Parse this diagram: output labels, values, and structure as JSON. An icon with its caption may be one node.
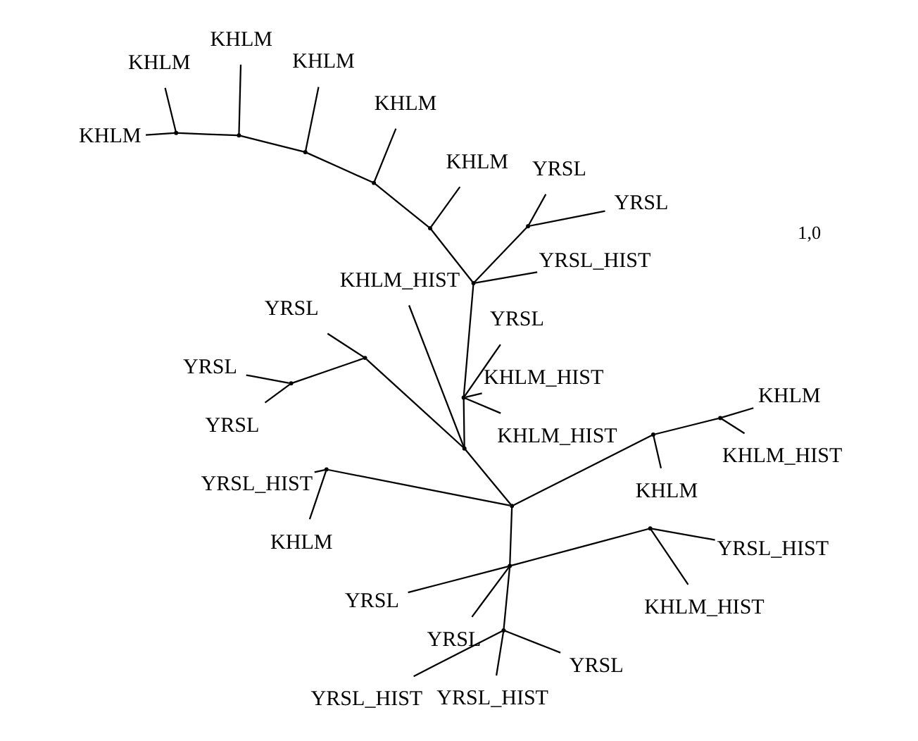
{
  "diagram": {
    "nodes": [
      {
        "text": [
          "KHLM_HIST"
        ]
      },
      {
        "text": [
          "YRSL"
        ]
      },
      {
        "text": [
          "YRSL"
        ]
      },
      {
        "text": [
          "YRSL"
        ]
      },
      {
        "text": [
          "YRSL_HIST"
        ]
      },
      {
        "text": [
          "YRSL"
        ]
      },
      {
        "text": [
          "YRSL"
        ]
      },
      {
        "text": [
          "KHLM"
        ]
      },
      {
        "text": [
          "KHLM"
        ]
      },
      {
        "text": [
          "KHLM"
        ]
      },
      {
        "text": [
          "KHLM"
        ]
      },
      {
        "text": [
          "KHLM"
        ]
      },
      {
        "text": [
          "KHLM"
        ]
      },
      {
        "text": [
          "KHLM_HIST"
        ]
      },
      {
        "text": [
          "KHLM_HIST"
        ]
      },
      {
        "text": [
          "YRSL"
        ]
      },
      {
        "text": [
          "KHLM_HIST"
        ]
      },
      {
        "text": [
          "KHLM"
        ]
      },
      {
        "text": [
          "KHLM"
        ]
      },
      {
        "text": [
          "KHLM_HIST"
        ]
      },
      {
        "text": [
          "YRSL_HIST"
        ]
      },
      {
        "text": [
          "YRSL"
        ]
      },
      {
        "text": [
          "YRSL_HIST"
        ]
      },
      {
        "text": [
          "YRSL_HIST"
        ]
      },
      {
        "text": [
          "YRSL"
        ]
      },
      {
        "text": [
          "YRSL"
        ]
      },
      {
        "text": [
          "YRSL_HIST"
        ]
      },
      {
        "text": [
          "KHLM"
        ]
      },
      {
        "text": [],
        "shape": "point"
      },
      {
        "text": [],
        "shape": "point"
      },
      {
        "text": [],
        "shape": "point"
      },
      {
        "text": [],
        "shape": "point"
      },
      {
        "text": [],
        "shape": "point"
      },
      {
        "text": [],
        "shape": "point"
      },
      {
        "text": [],
        "shape": "point"
      },
      {
        "text": [],
        "shape": "point"
      },
      {
        "text": [],
        "shape": "point"
      },
      {
        "text": [],
        "shape": "point"
      },
      {
        "text": [],
        "shape": "point"
      },
      {
        "text": [],
        "shape": "point"
      },
      {
        "text": [],
        "shape": "point"
      },
      {
        "text": [],
        "shape": "point"
      },
      {
        "text": [],
        "shape": "point"
      },
      {
        "text": [],
        "shape": "point"
      },
      {
        "text": [],
        "shape": "point"
      },
      {
        "text": [],
        "shape": "point"
      }
    ],
    "edges": [
      {
        "from": 28,
        "to": 29,
        "arrow": "none"
      },
      {
        "from": 29,
        "to": 0,
        "arrow": "none"
      },
      {
        "from": 29,
        "to": 30,
        "arrow": "none"
      },
      {
        "from": 30,
        "to": 3,
        "arrow": "none"
      },
      {
        "from": 30,
        "to": 31,
        "arrow": "none"
      },
      {
        "from": 31,
        "to": 1,
        "arrow": "none"
      },
      {
        "from": 31,
        "to": 2,
        "arrow": "none"
      },
      {
        "from": 29,
        "to": 33,
        "arrow": "none"
      },
      {
        "from": 33,
        "to": 13,
        "arrow": "none"
      },
      {
        "from": 33,
        "to": 14,
        "arrow": "none"
      },
      {
        "from": 33,
        "to": 15,
        "arrow": "none"
      },
      {
        "from": 33,
        "to": 32,
        "arrow": "none"
      },
      {
        "from": 32,
        "to": 4,
        "arrow": "none"
      },
      {
        "from": 32,
        "to": 34,
        "arrow": "none"
      },
      {
        "from": 34,
        "to": 5,
        "arrow": "none"
      },
      {
        "from": 34,
        "to": 6,
        "arrow": "none"
      },
      {
        "from": 32,
        "to": 35,
        "arrow": "none"
      },
      {
        "from": 35,
        "to": 12,
        "arrow": "none"
      },
      {
        "from": 35,
        "to": 36,
        "arrow": "none"
      },
      {
        "from": 36,
        "to": 11,
        "arrow": "none"
      },
      {
        "from": 36,
        "to": 37,
        "arrow": "none"
      },
      {
        "from": 37,
        "to": 7,
        "arrow": "none"
      },
      {
        "from": 37,
        "to": 38,
        "arrow": "none"
      },
      {
        "from": 38,
        "to": 10,
        "arrow": "none"
      },
      {
        "from": 38,
        "to": 39,
        "arrow": "none"
      },
      {
        "from": 39,
        "to": 8,
        "arrow": "none"
      },
      {
        "from": 39,
        "to": 9,
        "arrow": "none"
      },
      {
        "from": 28,
        "to": 40,
        "arrow": "none"
      },
      {
        "from": 40,
        "to": 26,
        "arrow": "none"
      },
      {
        "from": 40,
        "to": 27,
        "arrow": "none"
      },
      {
        "from": 28,
        "to": 41,
        "arrow": "none"
      },
      {
        "from": 41,
        "to": 21,
        "arrow": "none"
      },
      {
        "from": 41,
        "to": 25,
        "arrow": "none"
      },
      {
        "from": 41,
        "to": 42,
        "arrow": "none"
      },
      {
        "from": 42,
        "to": 22,
        "arrow": "none"
      },
      {
        "from": 42,
        "to": 23,
        "arrow": "none"
      },
      {
        "from": 42,
        "to": 24,
        "arrow": "none"
      },
      {
        "from": 41,
        "to": 43,
        "arrow": "none"
      },
      {
        "from": 43,
        "to": 20,
        "arrow": "none"
      },
      {
        "from": 43,
        "to": 19,
        "arrow": "none"
      },
      {
        "from": 28,
        "to": 44,
        "arrow": "none"
      },
      {
        "from": 44,
        "to": 18,
        "arrow": "none"
      },
      {
        "from": 44,
        "to": 45,
        "arrow": "none"
      },
      {
        "from": 45,
        "to": 16,
        "arrow": "none"
      },
      {
        "from": 45,
        "to": 17,
        "arrow": "none"
      }
    ],
    "labels": [
      "1,0"
    ]
  }
}
